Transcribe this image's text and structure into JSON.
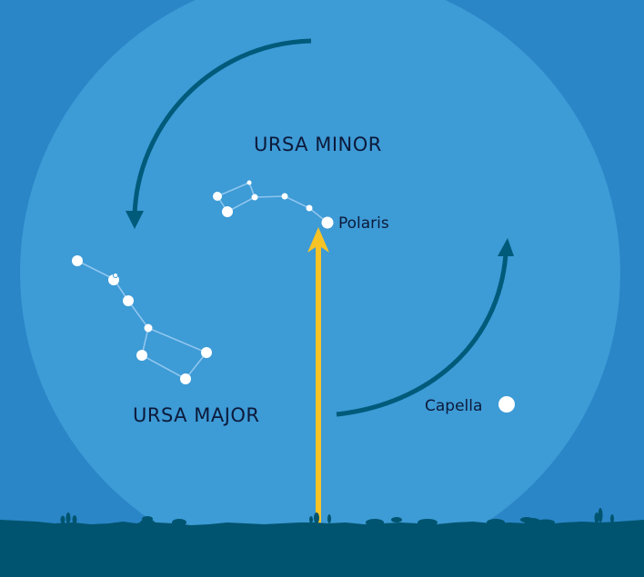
{
  "colors": {
    "sky": "#2a86c7",
    "visible_sky_disk": "#3d9bd6",
    "ground": "#00546f",
    "arrow_rotation": "#005a7a",
    "arrow_polaris": "#f7c325",
    "stars": "#ffffff",
    "constellation_lines": "#8fc6ee",
    "text": "#0c1a3a"
  },
  "labels": {
    "ursa_minor": "URSA MINOR",
    "ursa_major": "URSA MAJOR",
    "polaris": "Polaris",
    "capella": "Capella"
  },
  "icons": {
    "rotation_arrow_top": "curved-arrow-counterclockwise-icon",
    "rotation_arrow_right": "curved-arrow-counterclockwise-icon",
    "polaris_pointer": "up-arrow-icon"
  }
}
